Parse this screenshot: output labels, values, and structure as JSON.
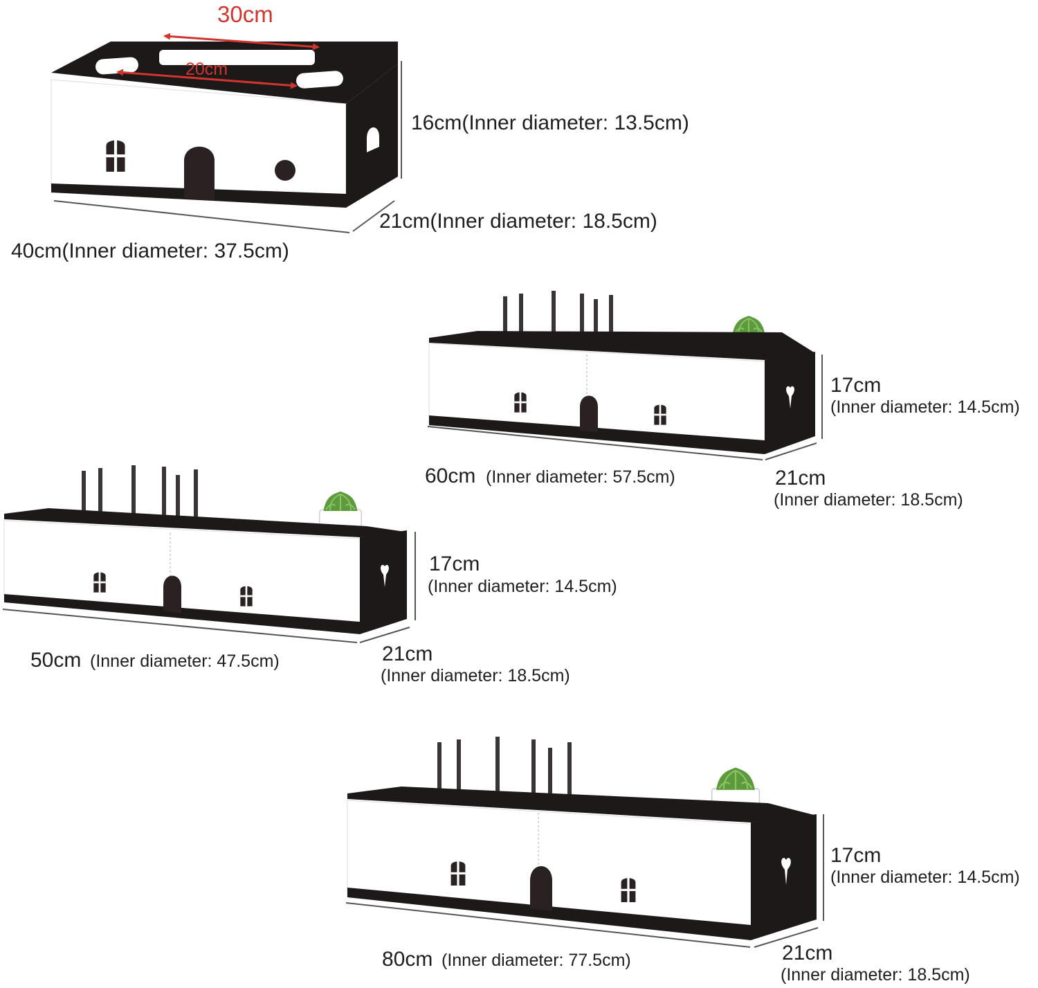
{
  "colors": {
    "wood": "#1e1919",
    "panel": "#ffffff",
    "panel_shade": "#f2f2f2",
    "measure_red": "#d0352f",
    "line": "#555555",
    "plant": "#5c9a3c"
  },
  "box1": {
    "top_width": "30cm",
    "slot_width": "20cm",
    "height": "16cm(Inner diameter: 13.5cm)",
    "depth": "21cm(Inner diameter: 18.5cm)",
    "length": "40cm(Inner diameter: 37.5cm)"
  },
  "box2": {
    "height": "17cm",
    "height_inner": "(Inner diameter: 14.5cm)",
    "length": "60cm",
    "length_inner": "(Inner diameter: 57.5cm)",
    "depth": "21cm",
    "depth_inner": "(Inner diameter: 18.5cm)"
  },
  "box3": {
    "height": "17cm",
    "height_inner": "(Inner diameter: 14.5cm)",
    "length": "50cm",
    "length_inner": "(Inner diameter: 47.5cm)",
    "depth": "21cm",
    "depth_inner": "(Inner diameter: 18.5cm)"
  },
  "box4": {
    "height": "17cm",
    "height_inner": "(Inner diameter: 14.5cm)",
    "length": "80cm",
    "length_inner": "(Inner diameter: 77.5cm)",
    "depth": "21cm",
    "depth_inner": "(Inner diameter: 18.5cm)"
  }
}
